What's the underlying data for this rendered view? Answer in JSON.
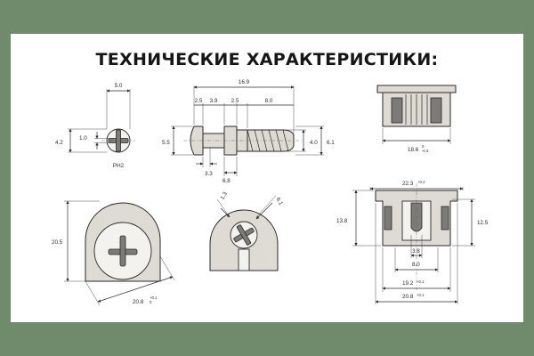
{
  "title": "ТЕХНИЧЕСКИЕ ХАРАКТЕРИСТИКИ:",
  "colors": {
    "frame": "#6f8b6b",
    "panel": "#ffffff",
    "lines": "#2d2d2d",
    "part": "#dedad4"
  },
  "views": {
    "head": {
      "d_50": "5.0",
      "d_42": "4.2",
      "d_10": "1.0",
      "drive": "PH2"
    },
    "side": {
      "d_169": "16.9",
      "d_25a": "2.5",
      "d_39": "3.9",
      "d_25b": "2.5",
      "d_80": "8.0",
      "d_55": "5.5",
      "d_33": "3.3",
      "d_68": "6.8",
      "d_40": "4.0",
      "d_61": "6.1"
    },
    "cam_top": {
      "d_186": "18.6",
      "tol_upper": "0",
      "tol_lower": "-0.3"
    },
    "cam_large": {
      "d_205": "20.5",
      "d_208": "20.8",
      "tol_upper": "+0.1",
      "tol_lower": "0"
    },
    "cam_small": {
      "d_13": "1.3",
      "d_61": "6.1"
    },
    "cam_section": {
      "d_223": "22.3",
      "tol_223": "+0.2",
      "d_138": "13.8",
      "d_125": "12.5",
      "d_38": "3.8",
      "d_80": "8.0",
      "d_192": "19.2",
      "tol_192": "+0.1",
      "d_208": "20.8",
      "tol_208": "+0.1"
    }
  }
}
